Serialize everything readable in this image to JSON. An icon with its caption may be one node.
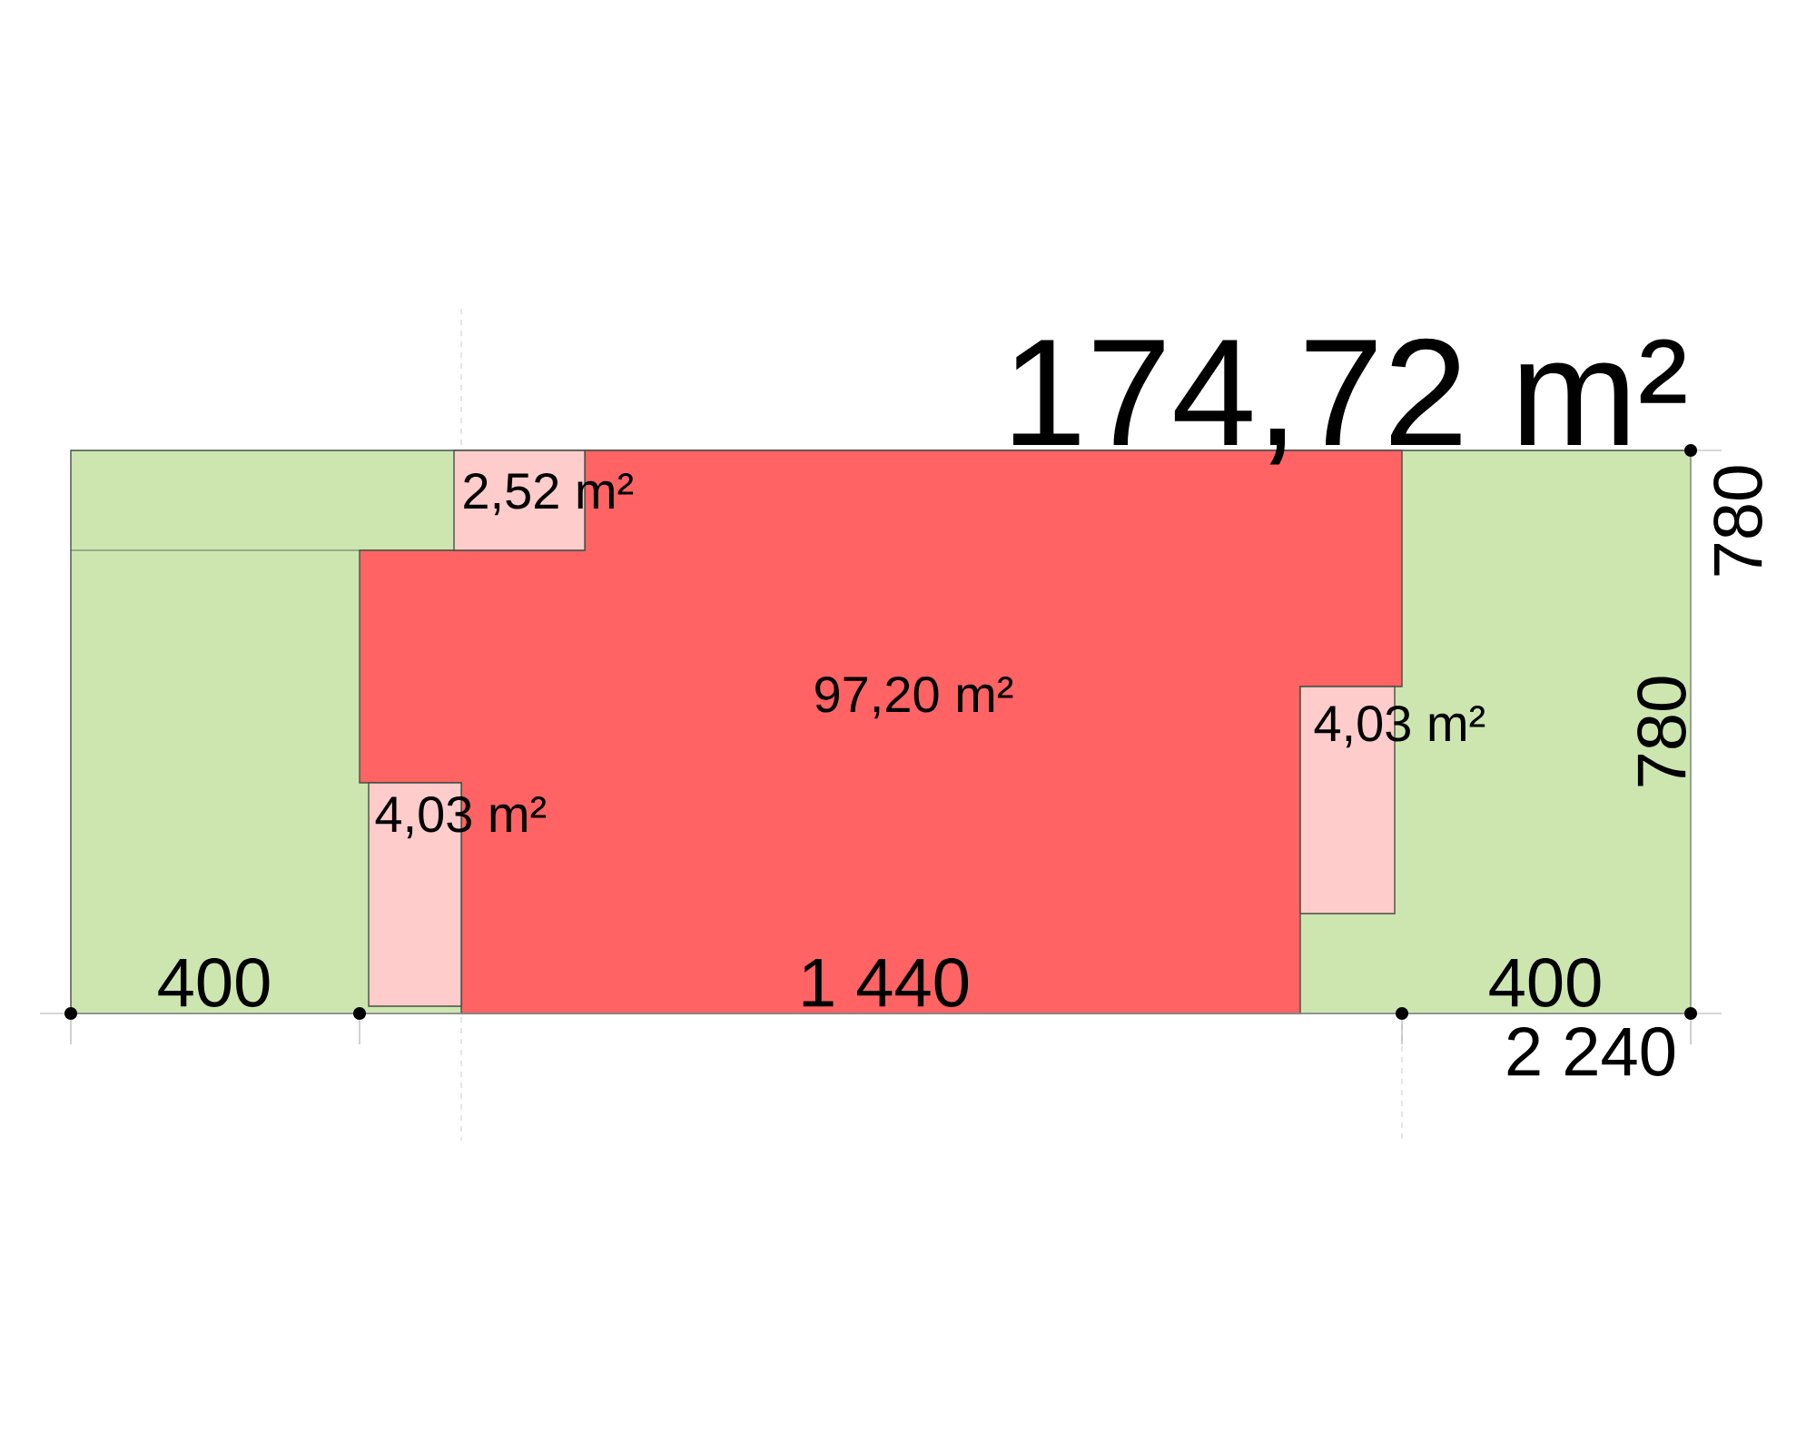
{
  "diagram": {
    "title": "174,72 m²",
    "nodes": [
      {
        "text": [
          "2,52 m²"
        ]
      },
      {
        "text": [
          "97,20 m²"
        ]
      },
      {
        "text": [
          "4,03 m²"
        ]
      },
      {
        "text": [
          "4,03 m²"
        ]
      }
    ],
    "labels": [
      "780",
      "780",
      "400",
      "1 440",
      "400",
      "2 240"
    ]
  }
}
